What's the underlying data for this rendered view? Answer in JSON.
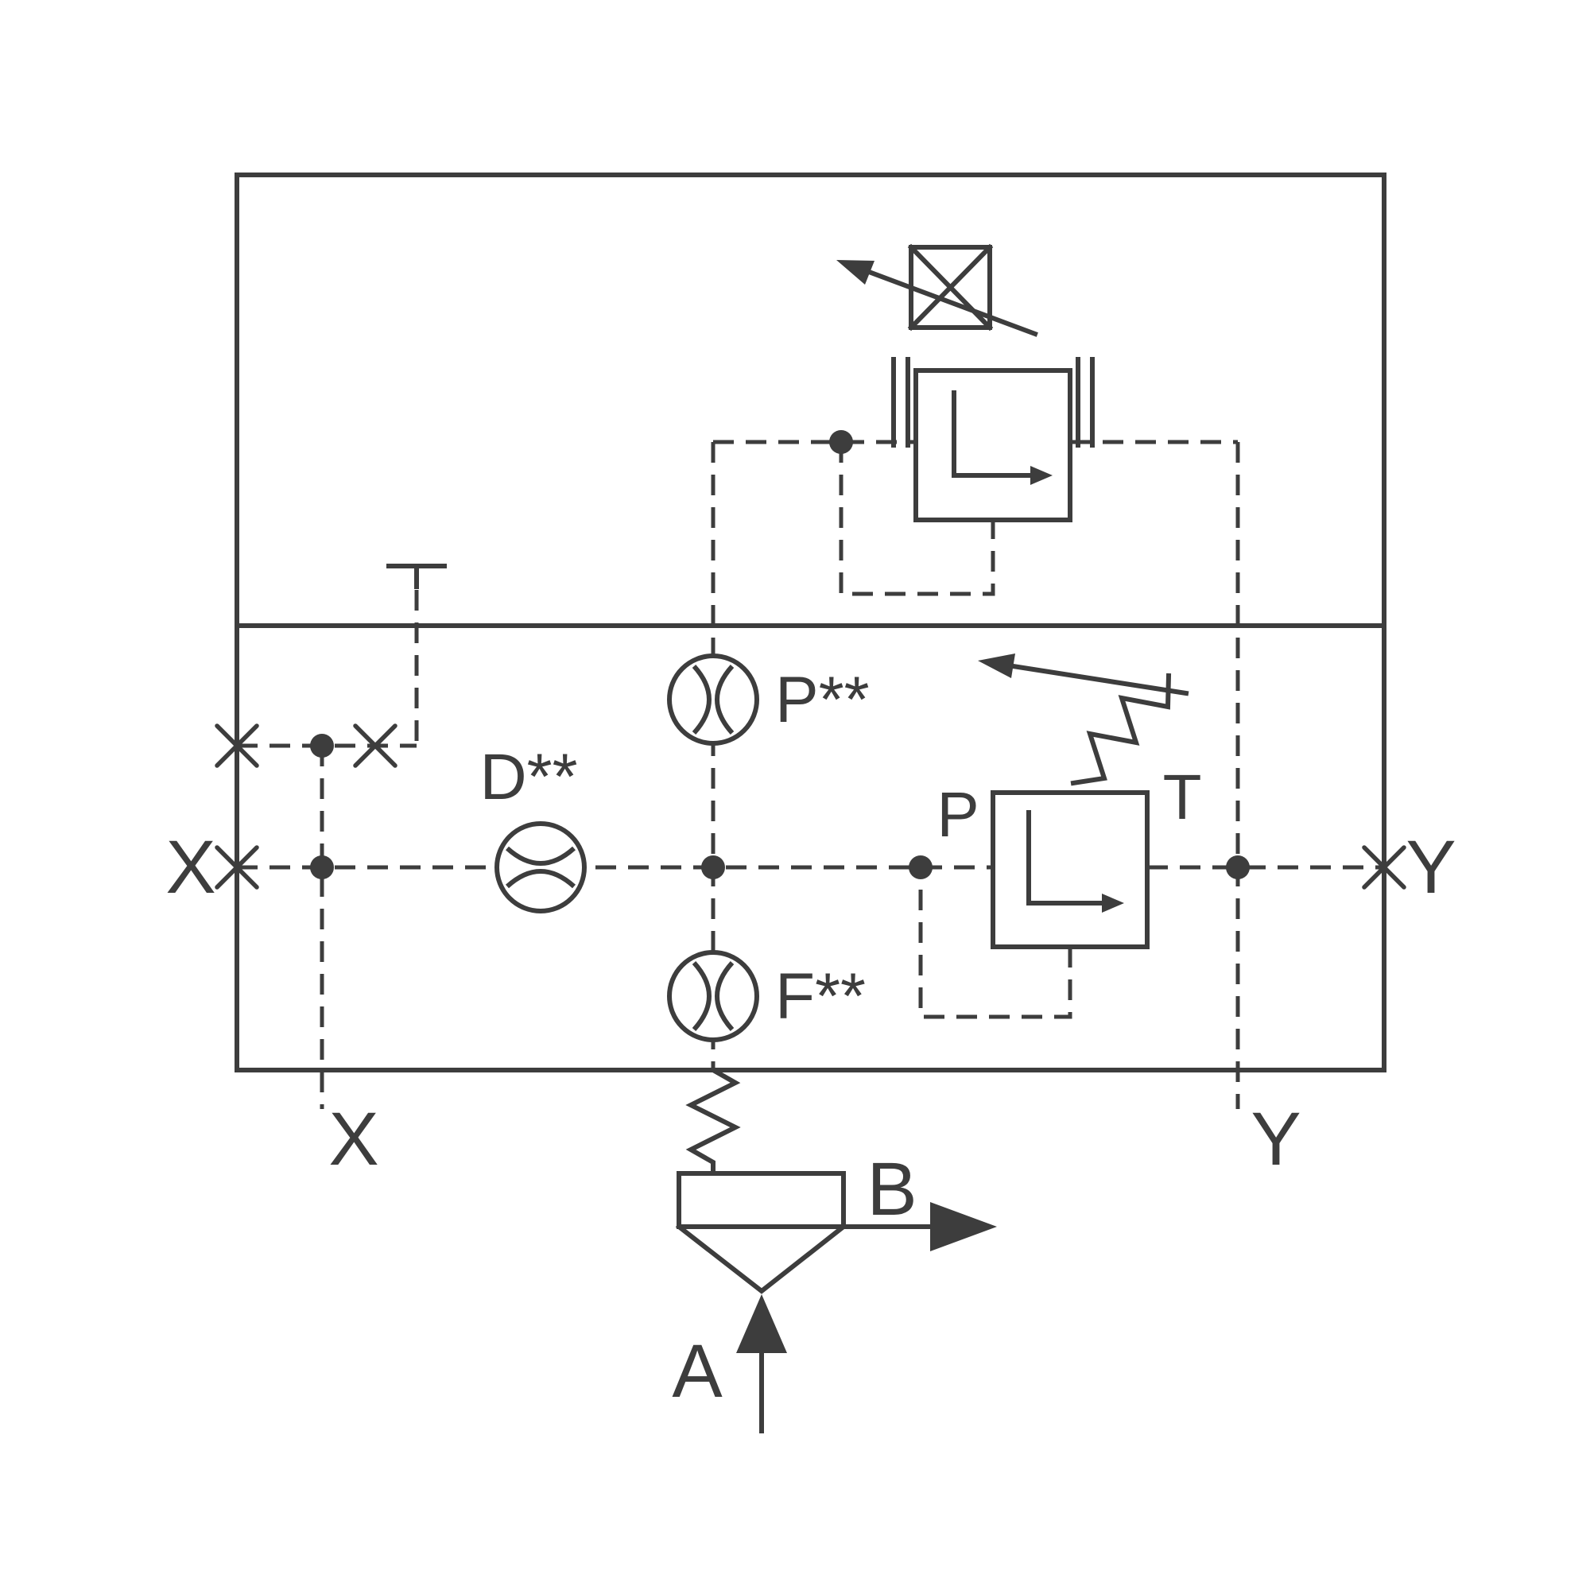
{
  "diagram": {
    "kind": "hydraulic-logic-cover-circuit",
    "colors": {
      "line": "#3d3d3d",
      "background": "#ffffff"
    },
    "labels": {
      "port_x_left": "X",
      "port_y_right": "Y",
      "port_x_bottom": "X",
      "port_y_bottom": "Y",
      "port_a": "A",
      "port_b": "B",
      "pilot_p": "P",
      "pilot_t": "T",
      "orifice_p": "P**",
      "orifice_d": "D**",
      "orifice_f": "F**"
    },
    "components": [
      "valve-block-outline",
      "block-section-divider",
      "stroke-limiter-with-adjustment-arrow",
      "pilot-directional-valve",
      "adjustable-pilot-relief-valve",
      "measuring-orifice-p",
      "measuring-orifice-d",
      "measuring-orifice-f",
      "check-cartridge-poppet-valve",
      "plugged-port-marks",
      "pilot-line-junction-dots",
      "tank-stub-symbol"
    ]
  }
}
